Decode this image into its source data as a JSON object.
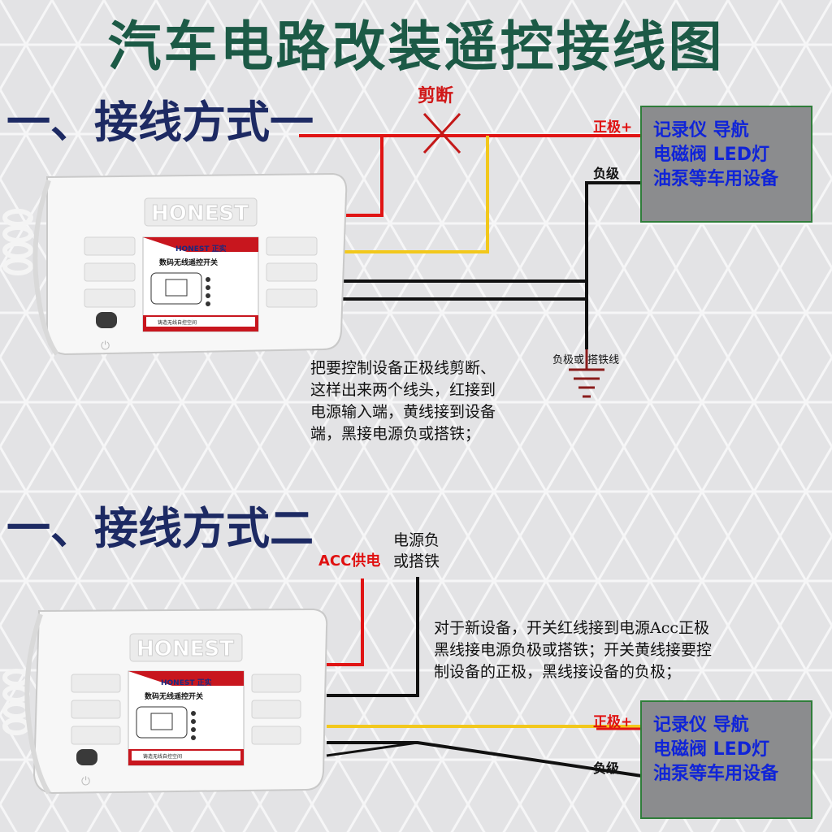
{
  "title": "汽车电路改装遥控接线图",
  "section1": {
    "heading": "一、接线方式一",
    "cut_label": "剪断",
    "positive_label": "正极+",
    "negative_label": "负级",
    "ground_label": "负极或 搭铁线",
    "device_lines": [
      "记录仪 导航",
      "电磁阀 LED灯",
      "油泵等车用设备"
    ],
    "note": "把要控制设备正极线剪断、\n这样出来两个线头，红接到\n电源输入端，黄线接到设备\n端，黑接电源负或搭铁；"
  },
  "section2": {
    "heading": "一、接线方式二",
    "acc_label": "ACC供电",
    "power_neg_label": "电源负\n或搭铁",
    "positive_label": "正极+",
    "negative_label": "负级",
    "device_lines": [
      "记录仪 导航",
      "电磁阀 LED灯",
      "油泵等车用设备"
    ],
    "note": "对于新设备，开关红线接到电源Acc正极\n黑线接电源负极或搭铁；开关黄线接要控\n制设备的正极，黑线接设备的负极；"
  },
  "module": {
    "logo": "HONEST",
    "label_brand": "HONEST 正实",
    "label_name": "数码无线遥控开关",
    "label_footer": "铸造无线自控空间"
  },
  "colors": {
    "title": "#1c5a46",
    "heading": "#1d2a63",
    "wire_red": "#e01414",
    "wire_yellow": "#f2c81c",
    "wire_black": "#111111",
    "device_text": "#1024d8",
    "device_bg": "#8b8c8e"
  }
}
